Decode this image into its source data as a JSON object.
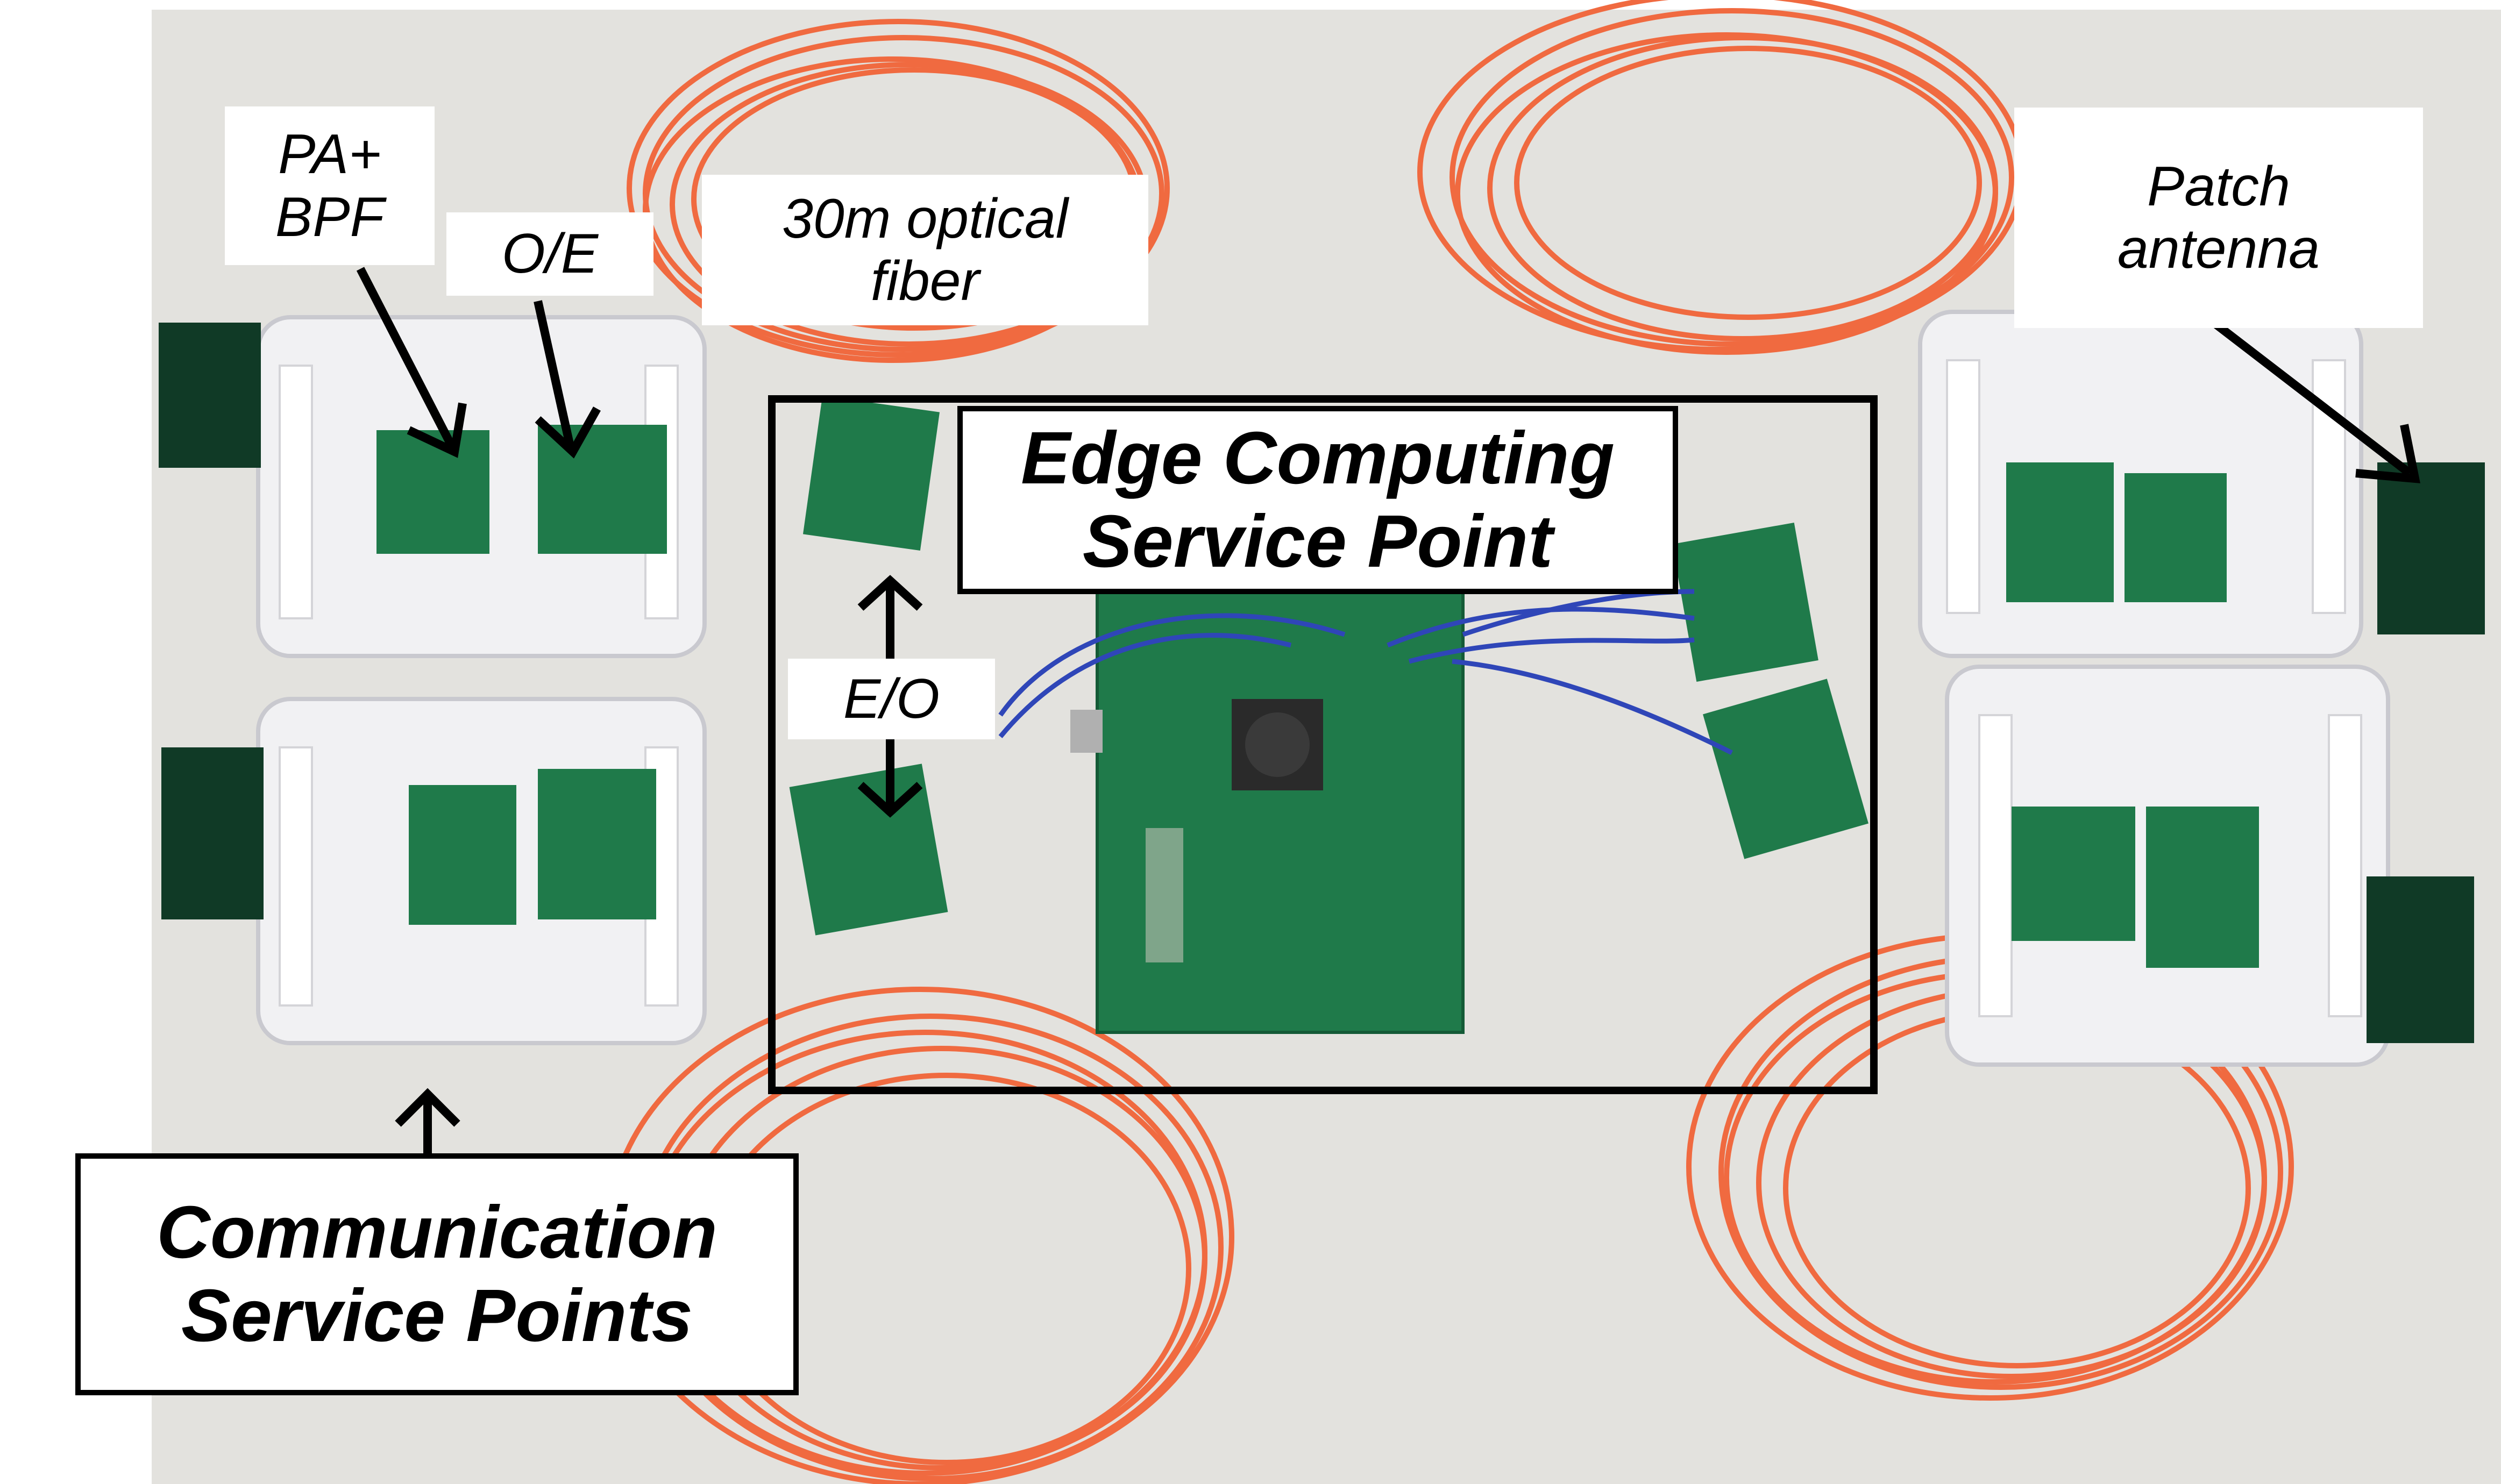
{
  "labels": {
    "pa_bpf": "PA+\nBPF",
    "oe": "O/E",
    "fiber": "30m optical\nfiber",
    "patch_antenna": "Patch\nantenna",
    "edge": "Edge Computing\nService Point",
    "eo": "E/O",
    "communication": "Communication\nService Points"
  },
  "colors": {
    "fiber": "#f06a40",
    "fiber_dark": "#d9502a",
    "pcb": "#1f7a4a",
    "pcb_dark": "#145a36",
    "antenna": "#103a26",
    "coax": "#2f46b8",
    "box_plastic": "#f1f1f3",
    "frame": "#000000"
  }
}
